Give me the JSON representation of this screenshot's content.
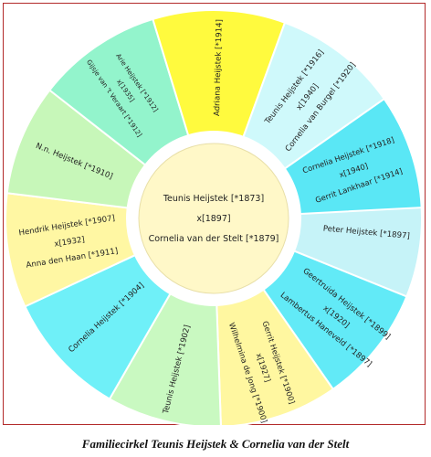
{
  "caption": "Familiecirkel Teunis Heijstek & Cornelia van der Stelt",
  "center": {
    "lines": [
      "Teunis Heijstek [*1873]",
      "x[1897]",
      "Cornelia van der Stelt [*1879]"
    ],
    "color": "#fff8c8"
  },
  "segments": [
    {
      "color": "#c6f3f8",
      "lines": [
        "Peter Heijstek [*1897]"
      ]
    },
    {
      "color": "#62eaf7",
      "lines": [
        "Geertruida Heijstek [*1899]",
        "x[1920]",
        "Lambertus Haneveld [*1897]"
      ]
    },
    {
      "color": "#fff7a0",
      "lines": [
        "Gerrit Heijstek [*1900]",
        "x[1927]",
        "Wilhelmina de Jong [*1900]"
      ]
    },
    {
      "color": "#c9f9c1",
      "lines": [
        "Teunis Heijstek [*1902]"
      ]
    },
    {
      "color": "#6ff0f8",
      "lines": [
        "Cornelia Heijstek [*1904]"
      ]
    },
    {
      "color": "#fff7a3",
      "lines": [
        "Hendrik Heijstek [*1907]",
        "x[1932]",
        "Anna den Haan [*1911]"
      ]
    },
    {
      "color": "#c7f7b9",
      "lines": [
        "N.n. Heijstek [*1910]"
      ]
    },
    {
      "color": "#93f4cc",
      "lines": [
        "Arie Heijstek [*1912]",
        "x[1935]",
        "Gijsje van 't Veraart [*1912]"
      ]
    },
    {
      "color": "#fffa3e",
      "lines": [
        "Adriana Heijstek [*1914]"
      ]
    },
    {
      "color": "#cff9fb",
      "lines": [
        "Teunis Heijstek [*1916]",
        "x[1940]",
        "Cornelia van Burgel [*1920]"
      ]
    },
    {
      "color": "#5ae7f5",
      "lines": [
        "Cornelia Heijstek [*1918]",
        "x[1940]",
        "Gerrit Lankhaar [*1914]"
      ]
    }
  ]
}
